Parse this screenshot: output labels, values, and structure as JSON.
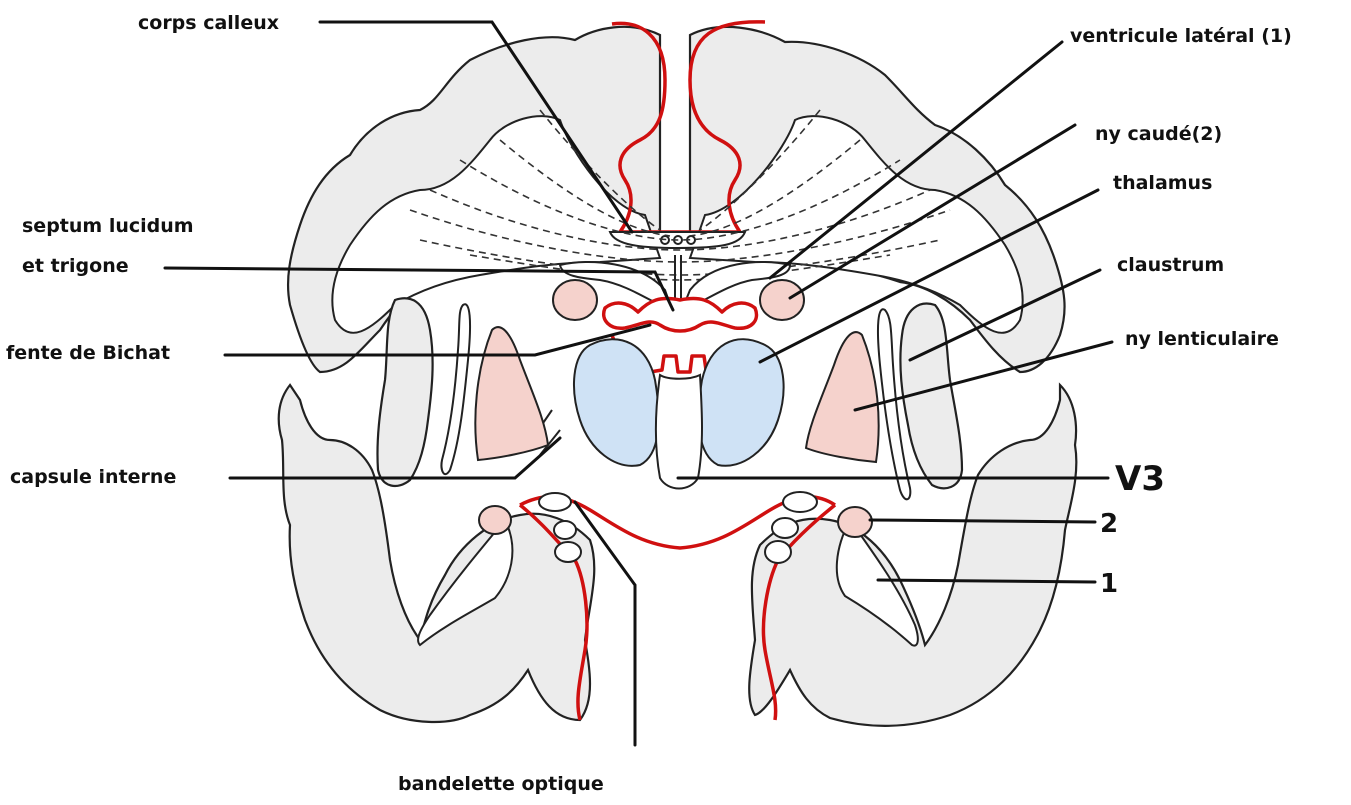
{
  "labels": {
    "corps_calleux": "corps calleux",
    "ventricule_lateral": "ventricule latéral (1)",
    "ny_caude": "ny caudé(2)",
    "thalamus": "thalamus",
    "septum_line1": "septum lucidum",
    "septum_line2": "et trigone",
    "claustrum": "claustrum",
    "fente_bichat": "fente de Bichat",
    "ny_lenticulaire": "ny lenticulaire",
    "capsule_interne": "capsule interne",
    "v3": "V3",
    "num2": "2",
    "num1": "1",
    "bandelette_optique": "bandelette optique"
  },
  "colors": {
    "cortex": "#ececec",
    "pia_red": "#d01010",
    "nucleus_pink": "#f5d2cc",
    "thalamus_blue": "#cfe2f5",
    "leader": "#111111"
  }
}
